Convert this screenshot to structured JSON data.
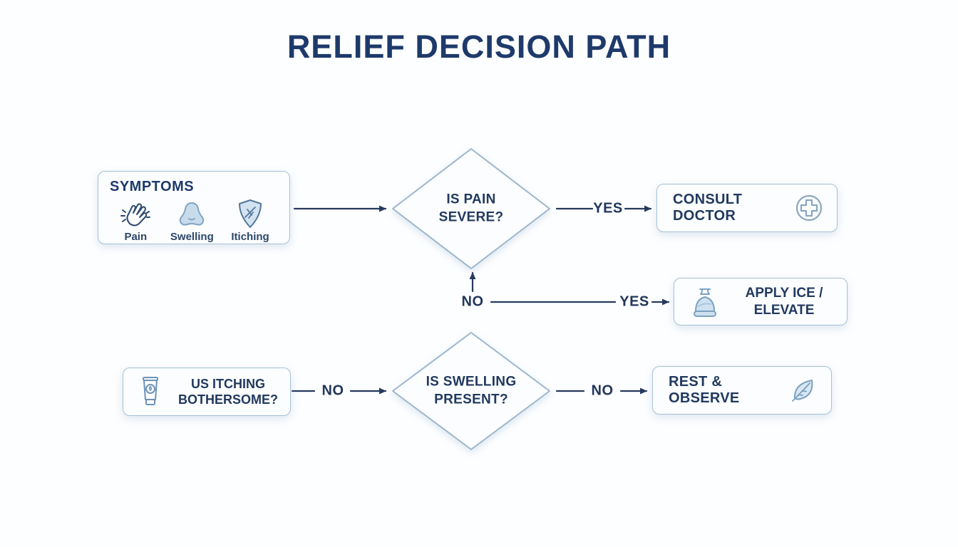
{
  "title": "RELIEF DECISION PATH",
  "colors": {
    "navy_text": "#1e3a6b",
    "arrow": "#27395e",
    "node_border": "#a6c0d6",
    "node_bg": "#fbfdfe",
    "icon_stroke": "#7ba1c1",
    "icon_fill": "#d0e1ee"
  },
  "symptoms": {
    "title": "SYMPTOMS",
    "items": [
      {
        "label": "Pain",
        "icon": "pain-hand-icon"
      },
      {
        "label": "Swelling",
        "icon": "swelling-icon"
      },
      {
        "label": "Itiching",
        "icon": "itching-shield-icon"
      }
    ]
  },
  "nodes": {
    "pain_decision": {
      "label": "IS PAIN SEVERE?",
      "shape": "diamond"
    },
    "consult_doctor": {
      "label": "CONSULT DOCTOR",
      "icon": "medical-cross-icon"
    },
    "apply_ice": {
      "label": "APPLY ICE / ELEVATE",
      "icon": "ice-bag-icon"
    },
    "itching_question": {
      "label": "US ITCHING BOTHERSOME?",
      "icon": "ointment-tube-icon"
    },
    "swelling_decision": {
      "label": "IS SWELLING PRESENT?",
      "shape": "diamond"
    },
    "rest_observe": {
      "label": "REST & OBSERVE",
      "icon": "leaf-icon"
    }
  },
  "edges": {
    "pain_yes": "YES",
    "pain_no": "NO",
    "ice_yes": "YES",
    "itching_no": "NO",
    "swelling_no": "NO"
  }
}
